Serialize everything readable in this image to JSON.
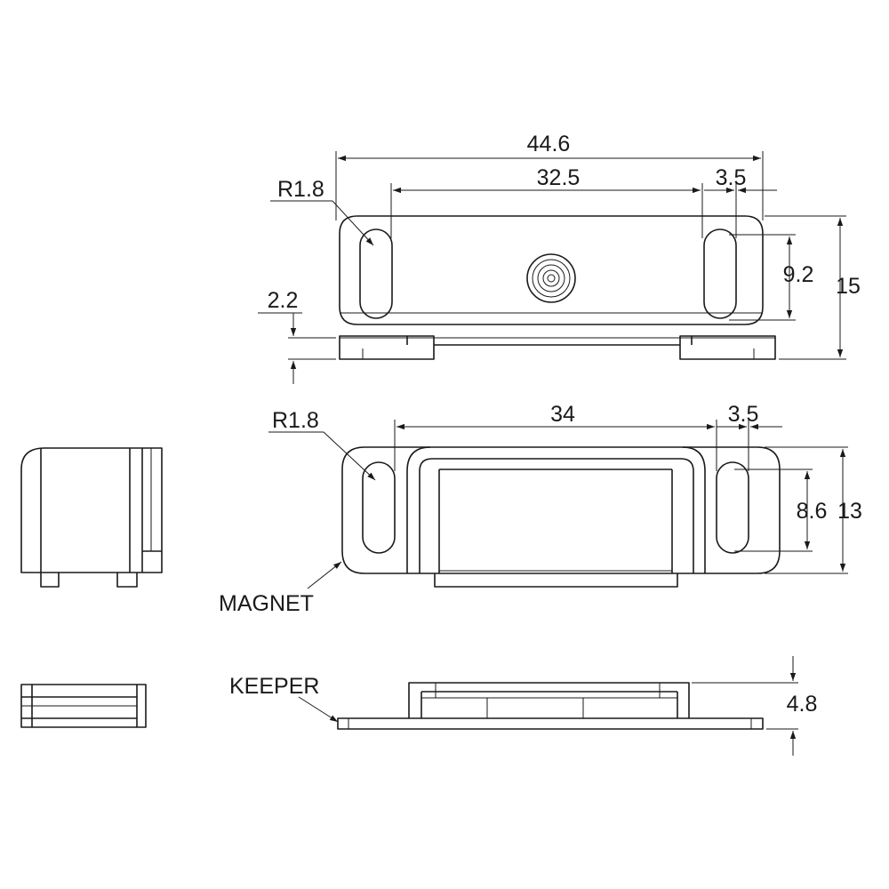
{
  "dimensions": {
    "top_overall_length": "44.6",
    "top_slot_spacing": "32.5",
    "top_slot_width": "3.5",
    "top_slot_radius": "R1.8",
    "top_slot_length": "9.2",
    "top_overall_height": "15",
    "top_plate_offset": "2.2",
    "mid_slot_spacing": "34",
    "mid_slot_width": "3.5",
    "mid_slot_radius": "R1.8",
    "mid_slot_length": "8.6",
    "mid_overall_height": "13",
    "bottom_thickness": "4.8"
  },
  "callouts": {
    "magnet": "MAGNET",
    "keeper": "KEEPER"
  }
}
